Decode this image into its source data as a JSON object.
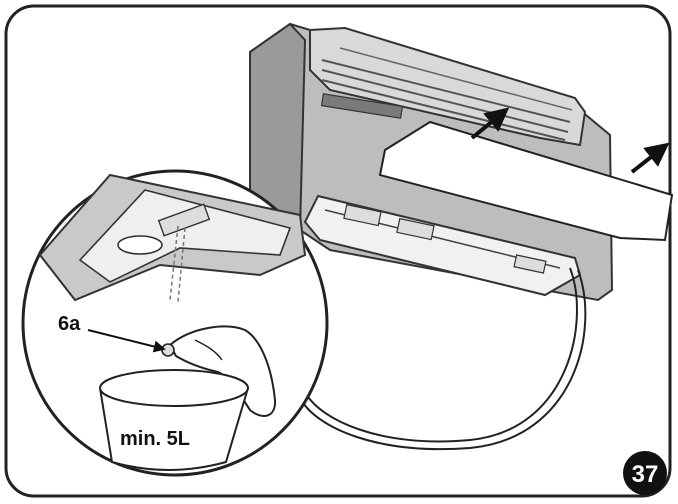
{
  "figure": {
    "number": "37"
  },
  "labels": {
    "valve": "6a",
    "container": "min. 5L"
  }
}
